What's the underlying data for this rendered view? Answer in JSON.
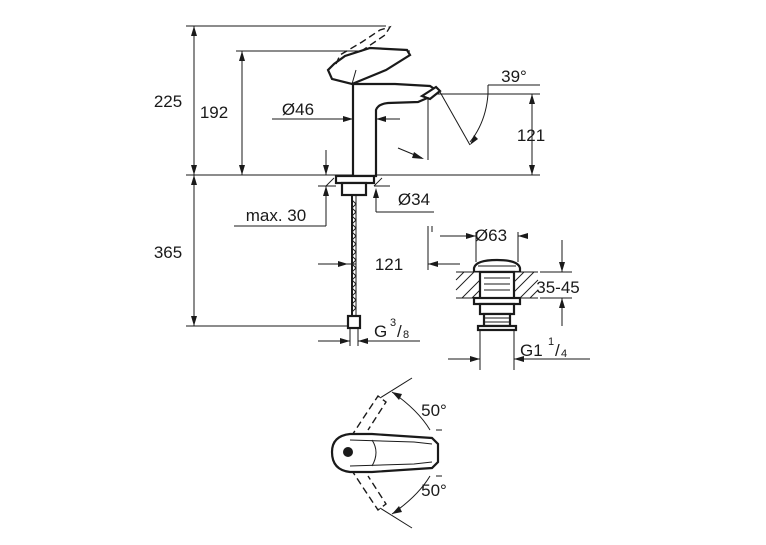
{
  "dimensions": {
    "total_height": "225",
    "body_height": "192",
    "body_diameter": "Ø46",
    "spout_angle": "39°",
    "spout_height": "121",
    "base_diameter": "Ø34",
    "max_deck": "max. 30",
    "supply_length": "365",
    "spout_reach": "121",
    "waste_diameter": "Ø63",
    "deck_thickness": "35-45",
    "supply_thread": "G",
    "supply_thread_num": "3",
    "supply_thread_den": "8",
    "waste_thread": "G1",
    "waste_thread_num": "1",
    "waste_thread_den": "4",
    "swivel_angle_top": "50°",
    "swivel_angle_bottom": "50°"
  }
}
